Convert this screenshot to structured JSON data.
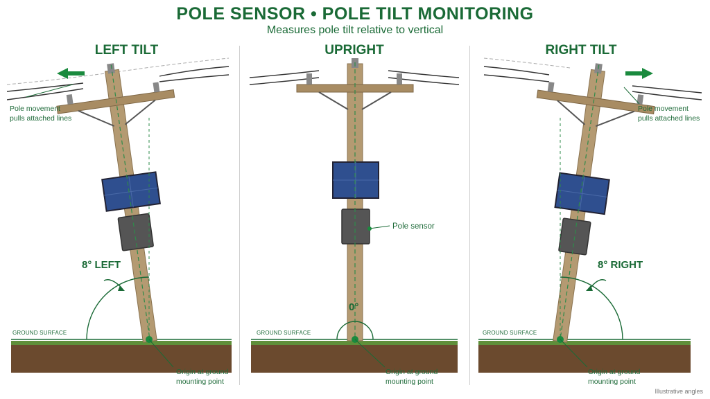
{
  "header": {
    "title": "POLE SENSOR • POLE TILT MONITORING",
    "subtitle": "Measures pole tilt relative to vertical"
  },
  "panels": [
    {
      "title": "LEFT TILT",
      "angle_label": "8° LEFT",
      "tilt_degrees": -8,
      "line_note": [
        "Pole movement",
        "pulls attached lines"
      ],
      "ground_label": "GROUND SURFACE",
      "origin_label": [
        "Origin at ground",
        "mounting point"
      ]
    },
    {
      "title": "UPRIGHT",
      "angle_label": "0°",
      "tilt_degrees": 0,
      "sensor_label": "Pole sensor",
      "ground_label": "GROUND SURFACE",
      "origin_label": [
        "Origin at ground",
        "mounting point"
      ]
    },
    {
      "title": "RIGHT  TILT",
      "angle_label": "8° RIGHT",
      "tilt_degrees": 8,
      "line_note": [
        "Pole movement",
        "pulls attached lines"
      ],
      "ground_label": "GROUND SURFACE",
      "origin_label": [
        "Origin at ground",
        "mounting point"
      ]
    }
  ],
  "footnote": "Illustrative angles",
  "colors": {
    "accent_green": "#1a6a36",
    "guide_green": "#2e8b4a",
    "pole_wood": "#b49a72",
    "soil": "#6b4a2e",
    "grass": "#5f8f3a",
    "solar_panel": "#2f4f8f"
  }
}
